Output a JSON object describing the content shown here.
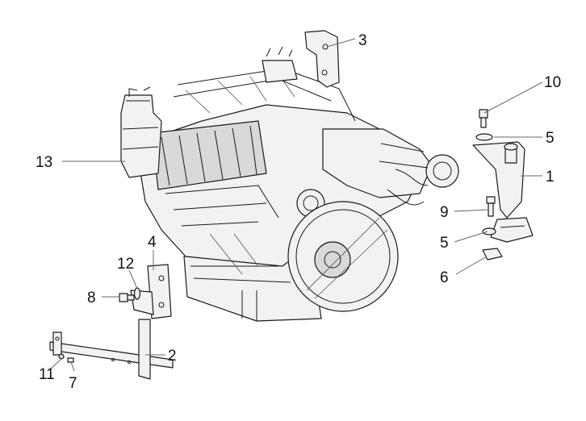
{
  "colors": {
    "line": "#1a1a1a",
    "fill": "#f2f2f2",
    "shade": "#d9d9d9",
    "leader": "#666666"
  },
  "callouts": [
    {
      "id": "1",
      "text": "1"
    },
    {
      "id": "2",
      "text": "2"
    },
    {
      "id": "3",
      "text": "3"
    },
    {
      "id": "4",
      "text": "4"
    },
    {
      "id": "5a",
      "text": "5"
    },
    {
      "id": "5b",
      "text": "5"
    },
    {
      "id": "6",
      "text": "6"
    },
    {
      "id": "7",
      "text": "7"
    },
    {
      "id": "8",
      "text": "8"
    },
    {
      "id": "9",
      "text": "9"
    },
    {
      "id": "10",
      "text": "10"
    },
    {
      "id": "11",
      "text": "11"
    },
    {
      "id": "12",
      "text": "12"
    },
    {
      "id": "13",
      "text": "13"
    }
  ]
}
